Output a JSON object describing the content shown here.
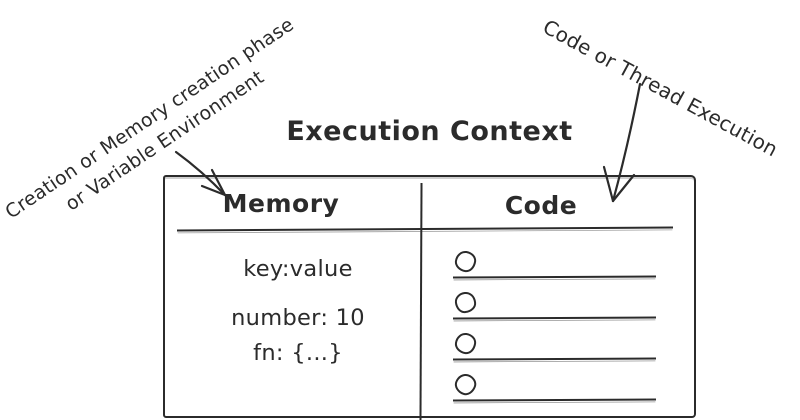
{
  "title": "Execution Context",
  "annotations": {
    "left_line1": "Creation or Memory creation phase",
    "left_line2": "or Variable Environment",
    "right": "Code or Thread Execution"
  },
  "diagram": {
    "memory": {
      "header": "Memory",
      "items": [
        "key:value",
        "number: 10",
        "fn: {...}"
      ]
    },
    "code": {
      "header": "Code",
      "placeholder_rows": 4
    }
  },
  "colors": {
    "ink": "#2b2b2b",
    "background": "#ffffff"
  }
}
